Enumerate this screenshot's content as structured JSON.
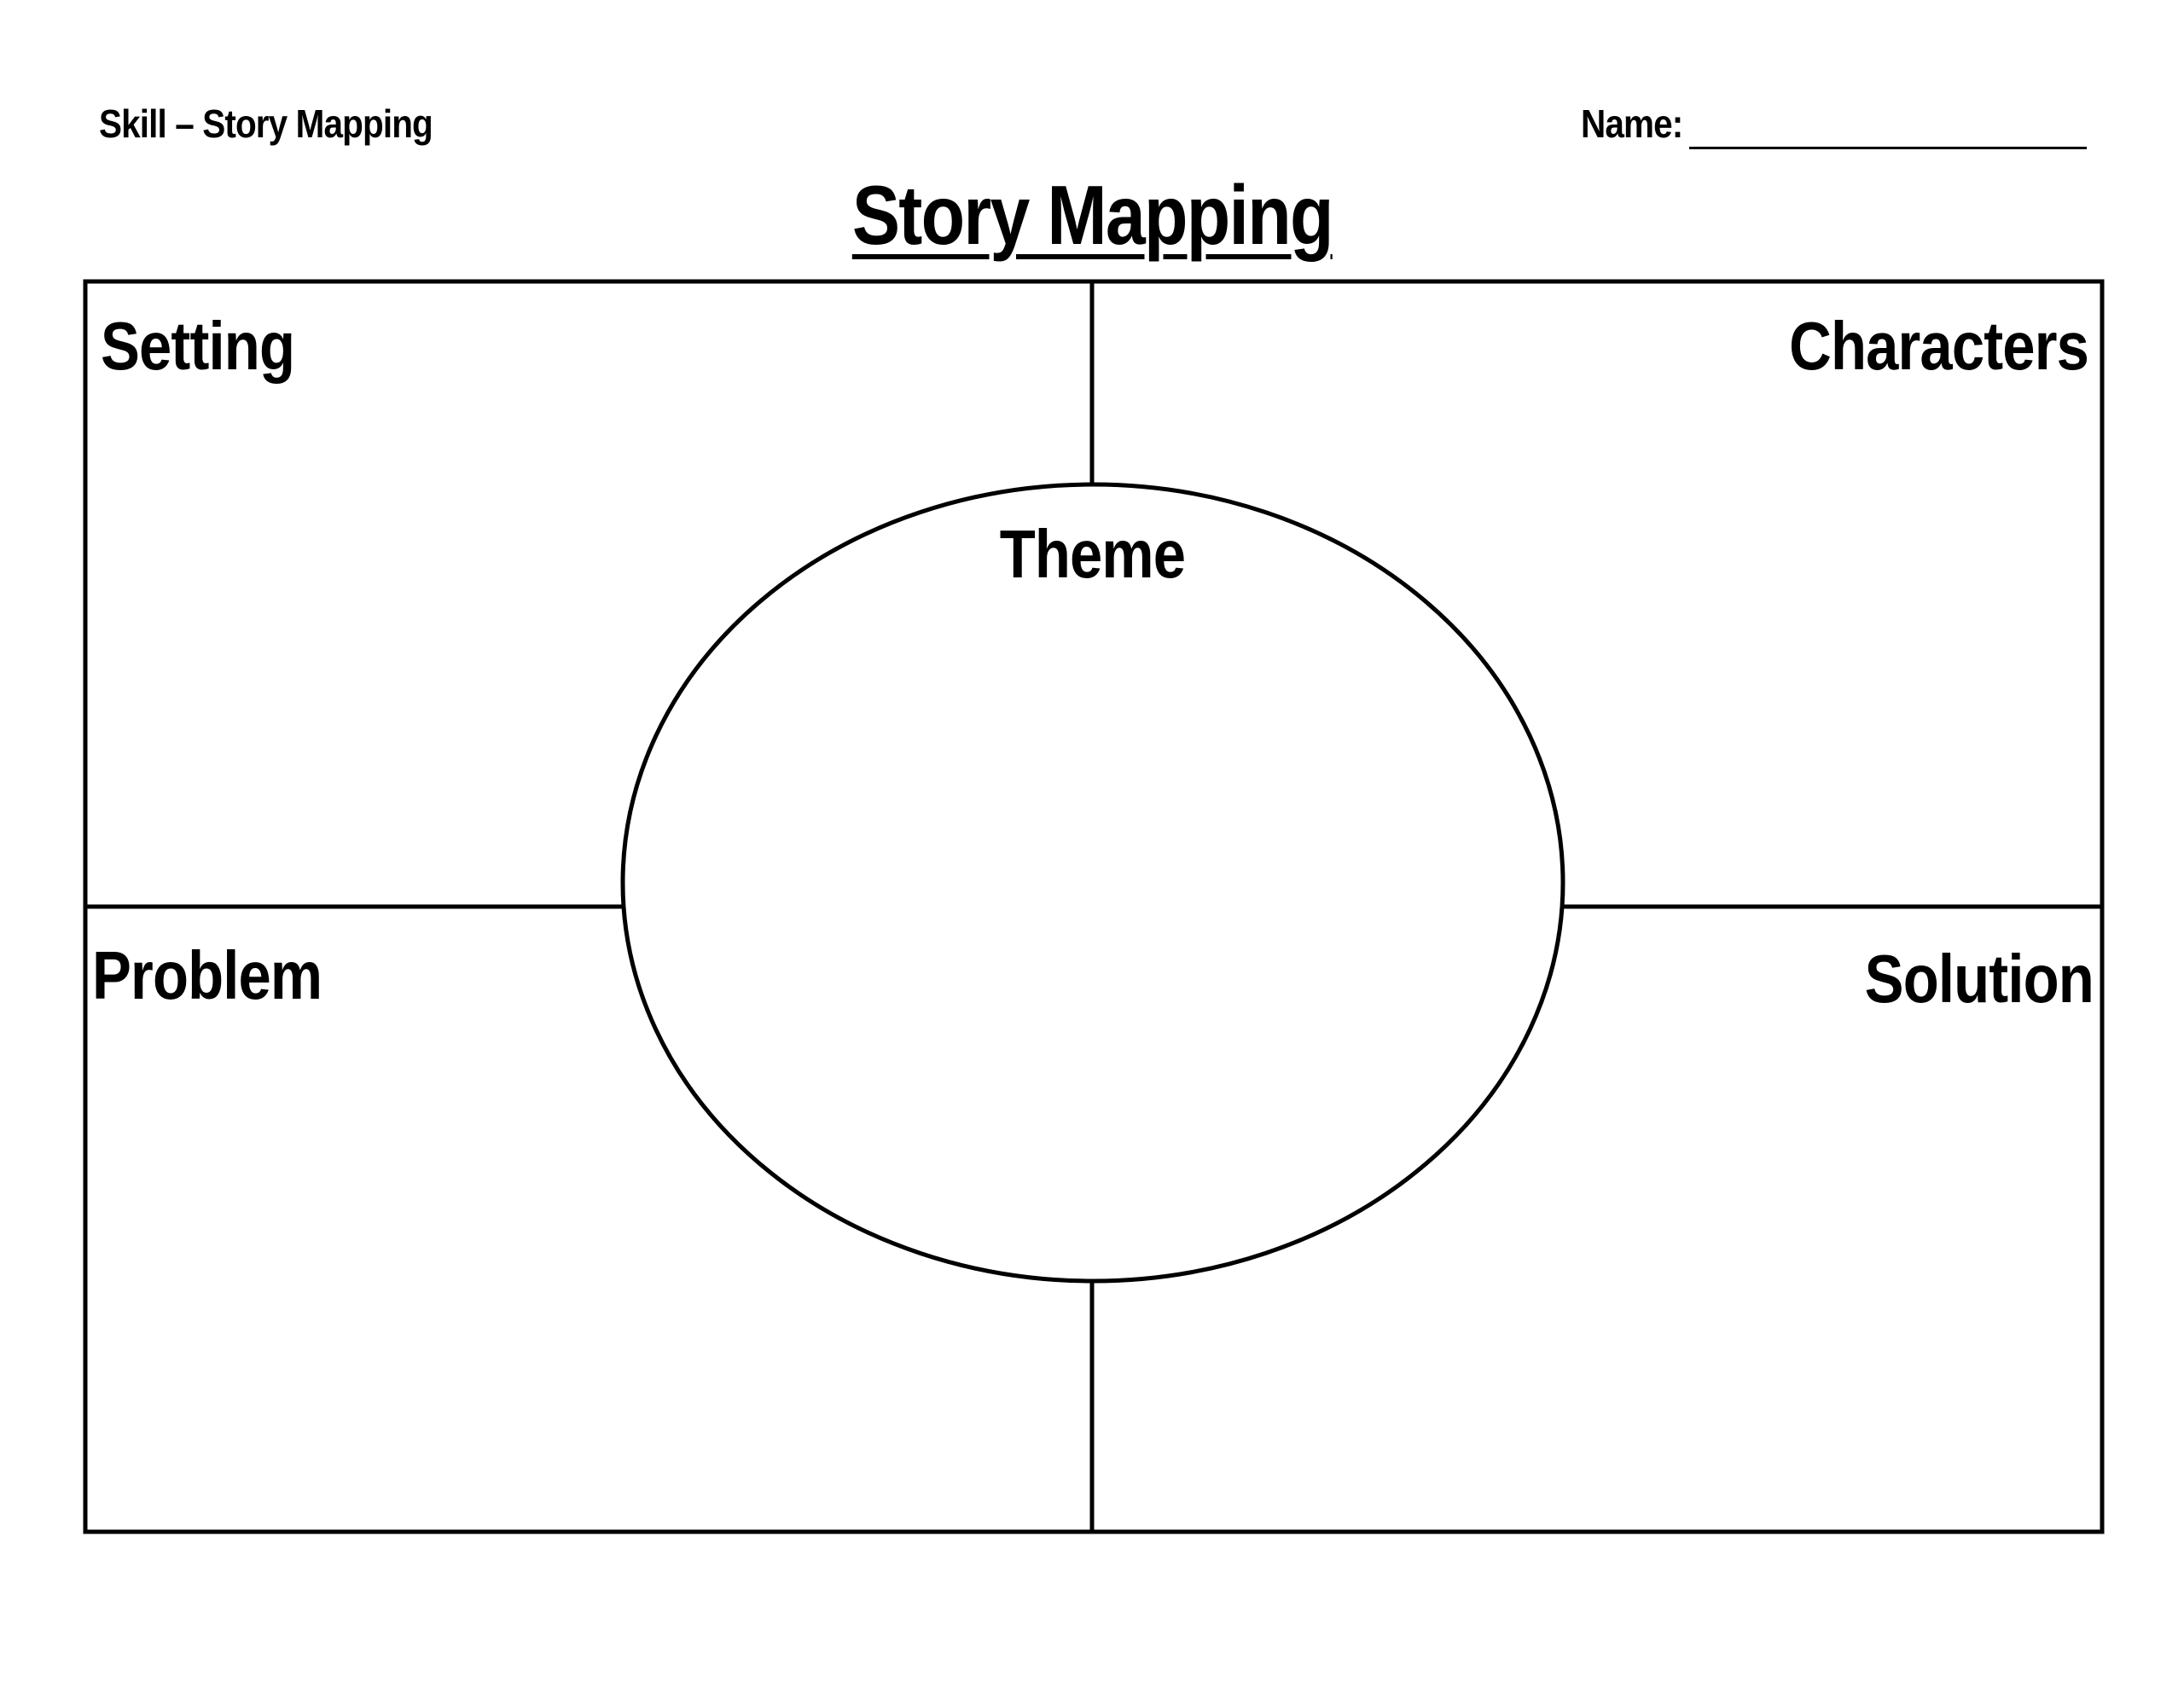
{
  "header": {
    "skill": "Skill – Story Mapping",
    "name_label": "Name:"
  },
  "title": "Story Mapping",
  "sections": {
    "setting": "Setting",
    "characters": "Characters",
    "theme": "Theme",
    "problem": "Problem",
    "solution": "Solution"
  }
}
